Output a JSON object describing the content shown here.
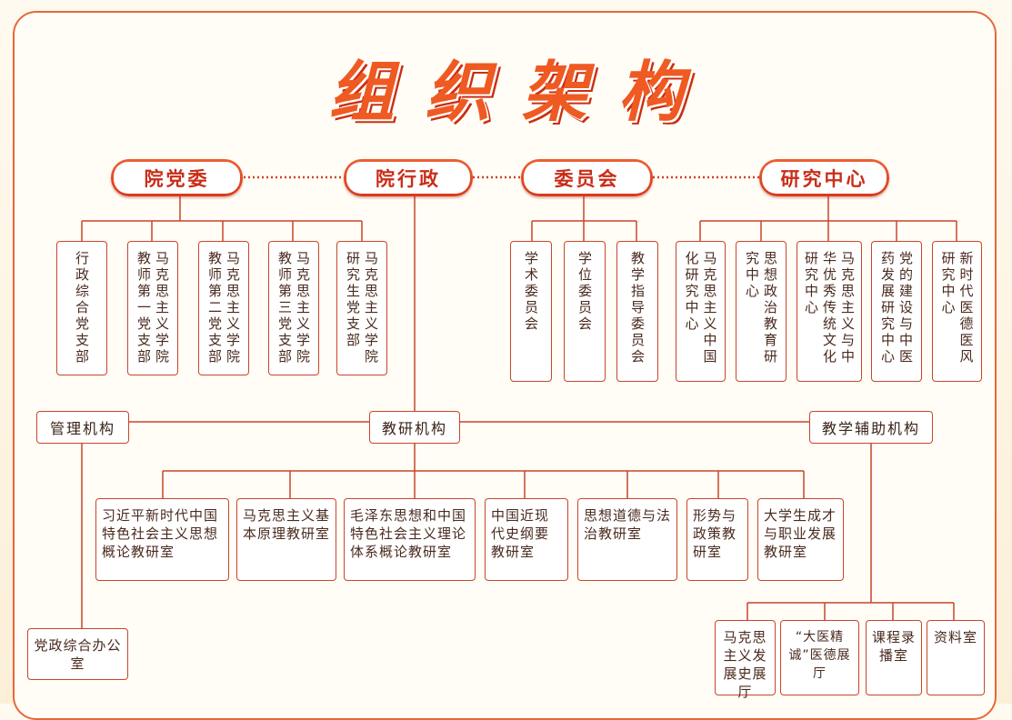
{
  "title": "组织架构",
  "top_units": [
    "院党委",
    "院行政",
    "委员会",
    "研究中心"
  ],
  "party_branches": [
    "行政综合党支部",
    "马克思主义学院教师第一党支部",
    "马克思主义学院教师第二党支部",
    "马克思主义学院教师第三党支部",
    "马克思主义学院研究生党支部"
  ],
  "committees": [
    "学术委员会",
    "学位委员会",
    "教学指导委员会"
  ],
  "research_centers": [
    "马克思主义中国化研究中心",
    "思想政治教育研究中心",
    "马克思主义与中华优秀传统文化研究中心",
    "党的建设与中医药发展研究中心",
    "新时代医德医风研究中心"
  ],
  "mid_units": [
    "管理机构",
    "教研机构",
    "教学辅助机构"
  ],
  "management": [
    "党政综合办公室"
  ],
  "teaching_research": [
    "习近平新时代中国特色社会主义思想概论教研室",
    "马克思主义基本原理教研室",
    "毛泽东思想和中国特色社会主义理论体系概论教研室",
    "中国近现代史纲要教研室",
    "思想道德与法治教研室",
    "形势与政策教研室",
    "大学生成才与职业发展教研室"
  ],
  "teaching_support": [
    "马克思主义发展史展厅",
    "“大医精诚”医德展厅",
    "课程录播室",
    "资料室"
  ],
  "colors": {
    "accent": "#ef5a22",
    "line": "#c9452a",
    "dark": "#c92d18"
  }
}
